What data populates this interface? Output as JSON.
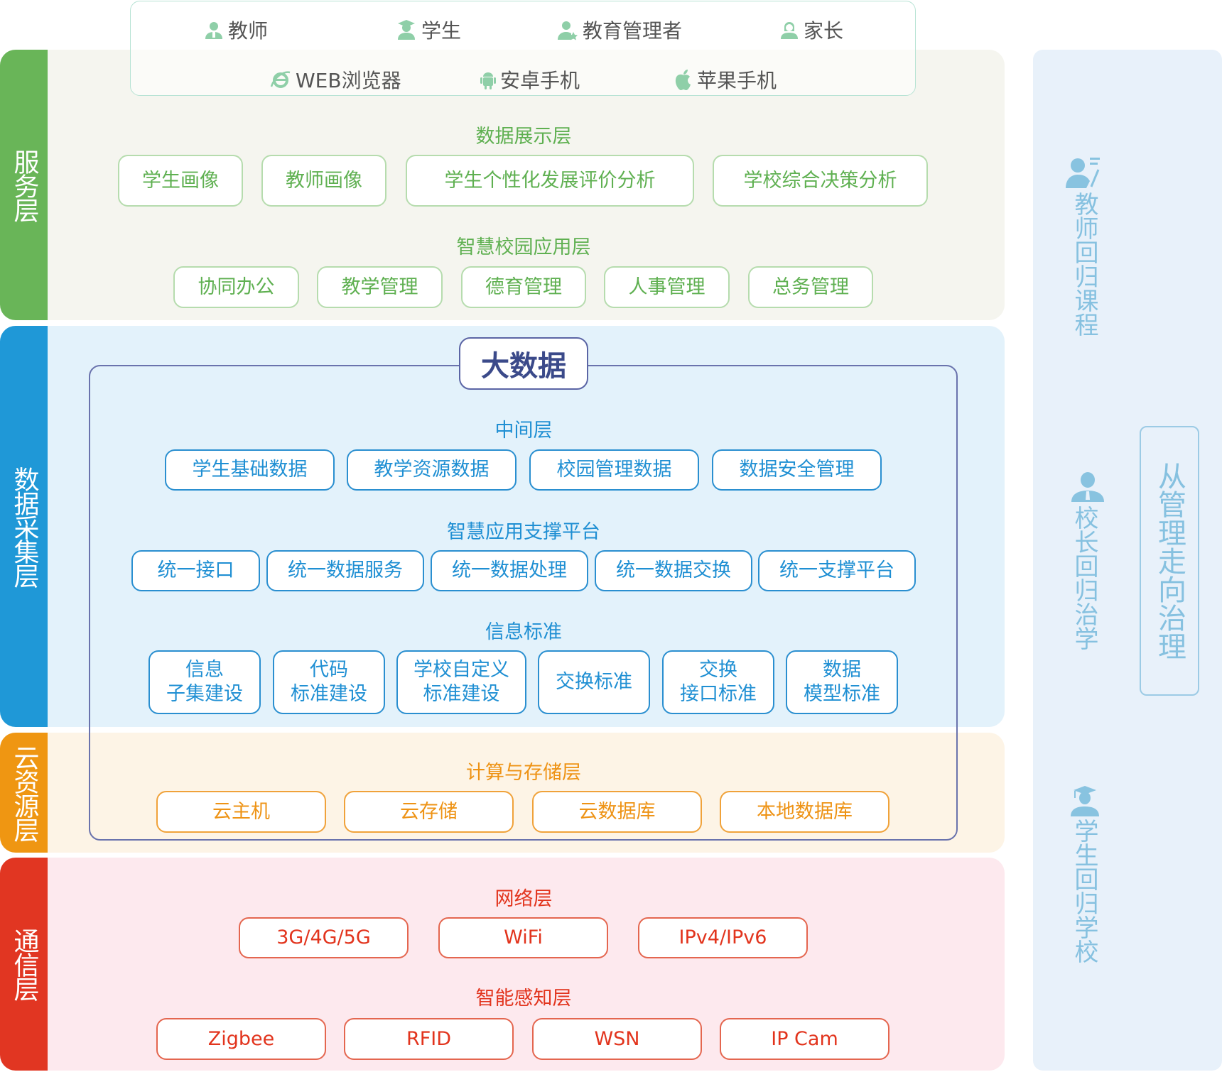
{
  "users": [
    {
      "icon": "teacher-icon",
      "label": "教师"
    },
    {
      "icon": "student-icon",
      "label": "学生"
    },
    {
      "icon": "admin-icon",
      "label": "教育管理者"
    },
    {
      "icon": "parent-icon",
      "label": "家长"
    }
  ],
  "clients": [
    {
      "icon": "ie-browser-icon",
      "label": "WEB浏览器"
    },
    {
      "icon": "android-icon",
      "label": "安卓手机"
    },
    {
      "icon": "apple-icon",
      "label": "苹果手机"
    }
  ],
  "layers": {
    "service": {
      "label": "服务层",
      "color": "#69b558",
      "display_title": "数据展示层",
      "display_items": [
        "学生画像",
        "教师画像",
        "学生个性化发展评价分析",
        "学校综合决策分析"
      ],
      "app_title": "智慧校园应用层",
      "app_items": [
        "协同办公",
        "教学管理",
        "德育管理",
        "人事管理",
        "总务管理"
      ]
    },
    "data": {
      "label": "数据采集层",
      "color": "#1f98d7",
      "big_data_title": "大数据",
      "middle_title": "中间层",
      "middle_items": [
        "学生基础数据",
        "教学资源数据",
        "校园管理数据",
        "数据安全管理"
      ],
      "platform_title": "智慧应用支撑平台",
      "platform_items": [
        "统一接口",
        "统一数据服务",
        "统一数据处理",
        "统一数据交换",
        "统一支撑平台"
      ],
      "standard_title": "信息标准",
      "standard_items": [
        [
          "信息",
          "子集建设"
        ],
        [
          "代码",
          "标准建设"
        ],
        [
          "学校自定义",
          "标准建设"
        ],
        [
          "交换标准"
        ],
        [
          "交换",
          "接口标准"
        ],
        [
          "数据",
          "模型标准"
        ]
      ]
    },
    "cloud": {
      "label": "云资源层",
      "color": "#ef9612",
      "title": "计算与存储层",
      "items": [
        "云主机",
        "云存储",
        "云数据库",
        "本地数据库"
      ]
    },
    "comm": {
      "label": "通信层",
      "color": "#e13622",
      "network_title": "网络层",
      "network_items": [
        "3G/4G/5G",
        "WiFi",
        "IPv4/IPv6"
      ],
      "sensing_title": "智能感知层",
      "sensing_items": [
        "Zigbee",
        "RFID",
        "WSN",
        "IP Cam"
      ]
    }
  },
  "right_panel": {
    "teacher": {
      "icon": "teacher-lecture-icon",
      "text": "教师回归课程"
    },
    "principal": {
      "icon": "principal-icon",
      "text": "校长回归治学"
    },
    "student": {
      "icon": "graduate-student-icon",
      "text": "学生回归学校"
    },
    "motto": "从管理走向治理"
  }
}
